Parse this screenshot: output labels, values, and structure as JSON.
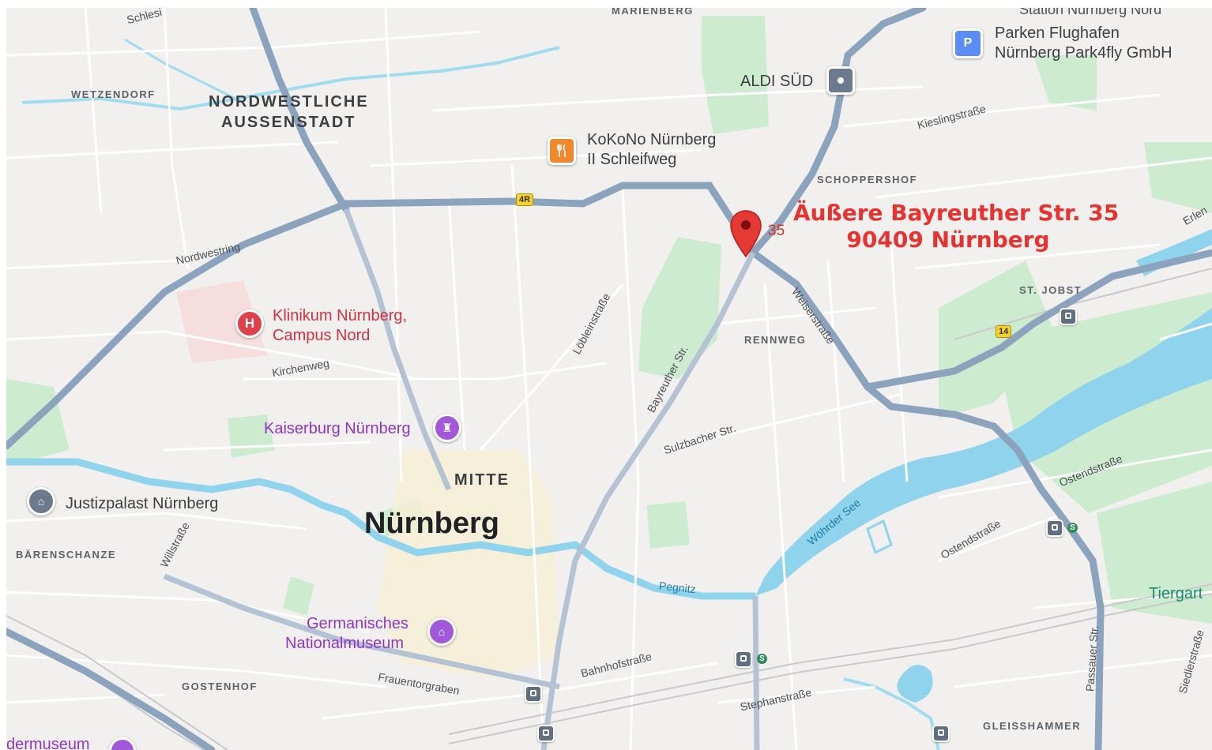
{
  "colors": {
    "land": "#f1f0ee",
    "park": "#cdeccf",
    "water": "#8fd3ec",
    "major_road": "#8ca3be",
    "road": "#ffffff",
    "poi_red": "#d93040",
    "poi_purple": "#9335c4",
    "callout": "#e8322f"
  },
  "callout": {
    "line1": "Äußere Bayreuther Str. 35",
    "line2": "90409 Nürnberg",
    "house_number": "35",
    "pin_icon": "map-pin-icon"
  },
  "top_right_cut": "Station Nürnberg Nord",
  "districts": {
    "marienberg": "MARIENBERG",
    "wetzendorf": "WETZENDORF",
    "nordwest1": "NORDWESTLICHE",
    "nordwest2": "AUSSENSTADT",
    "schoppershof": "SCHOPPERSHOF",
    "st_jobst": "ST. JOBST",
    "rennweg": "RENNWEG",
    "mitte": "MITTE",
    "baerenschanze": "BÄRENSCHANZE",
    "gostenhof": "GOSTENHOF",
    "gleisshammer": "GLEISSHAMMER"
  },
  "city": "Nürnberg",
  "streets": {
    "schlesier": "Schlesi",
    "nordwestring": "Nordwestring",
    "kirchenweg": "Kirchenweg",
    "loebleinstrasse": "Löbleinstraße",
    "bayreuther": "Bayreuther Str.",
    "weiserstrasse": "Weiserstraße",
    "sulzbacher": "Sulzbacher Str.",
    "kieslingstrasse": "Kieslingstraße",
    "ostendstrasse1": "Ostendstraße",
    "ostendstrasse2": "Ostendstraße",
    "woehrder_see": "Wöhrder See",
    "pegnitz": "Pegnitz",
    "willstrasse": "Willstraße",
    "frauentorgraben": "Frauentorgraben",
    "bahnhofstrasse": "Bahnhofstraße",
    "stephanstrasse": "Stephanstraße",
    "passauer": "Passauer Str.",
    "siedlerstrasse": "Siedlerstraße",
    "erlenstegen": "Erlen"
  },
  "badges": {
    "ring": "4R",
    "route14": "14"
  },
  "pois": {
    "aldi": {
      "name": "ALDI SÜD",
      "icon": "shopping-icon"
    },
    "parken": {
      "line1": "Parken Flughafen",
      "line2": "Nürnberg Park4fly GmbH",
      "icon_label": "P"
    },
    "kokono": {
      "line1": "KoKoNo Nürnberg",
      "line2": "II Schleifweg",
      "icon": "restaurant-icon"
    },
    "klinikum": {
      "line1": "Klinikum Nürnberg,",
      "line2": "Campus Nord",
      "icon_label": "H"
    },
    "kaiserburg": {
      "name": "Kaiserburg Nürnberg",
      "icon": "castle-icon"
    },
    "justiz": {
      "name": "Justizpalast Nürnberg",
      "icon": "courthouse-icon"
    },
    "germanisches": {
      "line1": "Germanisches",
      "line2": "Nationalmuseum",
      "icon": "museum-icon"
    },
    "dermuseum": {
      "name": "dermuseum",
      "icon": "museum-icon"
    },
    "tiergarten": {
      "name": "Tiergart"
    }
  },
  "sbahn_label": "S"
}
